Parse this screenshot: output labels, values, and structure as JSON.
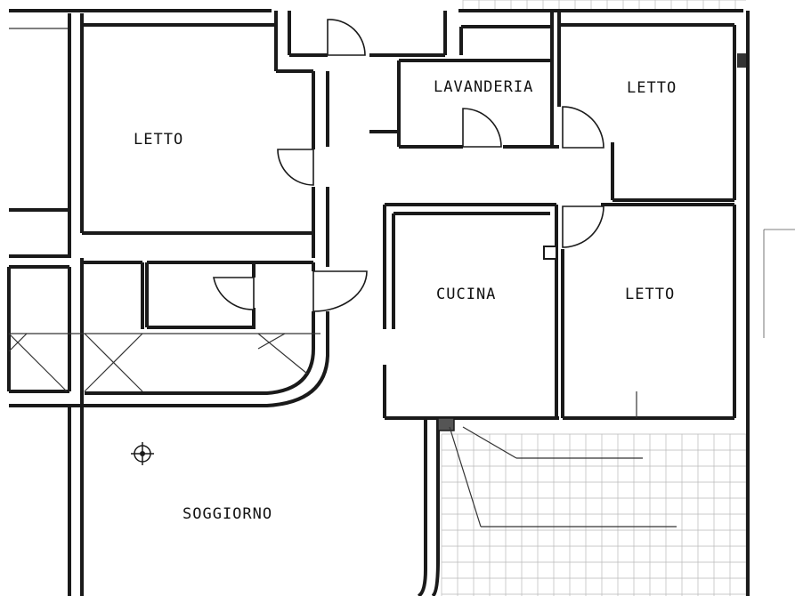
{
  "rooms": {
    "letto_left": "LETTO",
    "lavanderia": "LAVANDERIA",
    "letto_top_right": "LETTO",
    "cucina": "CUCINA",
    "letto_bottom_right": "LETTO",
    "soggiorno": "SOGGIORNO"
  },
  "colors": {
    "ink": "#1a1a1a",
    "paper": "#ffffff",
    "tile_grid": "#b8b8b8"
  }
}
